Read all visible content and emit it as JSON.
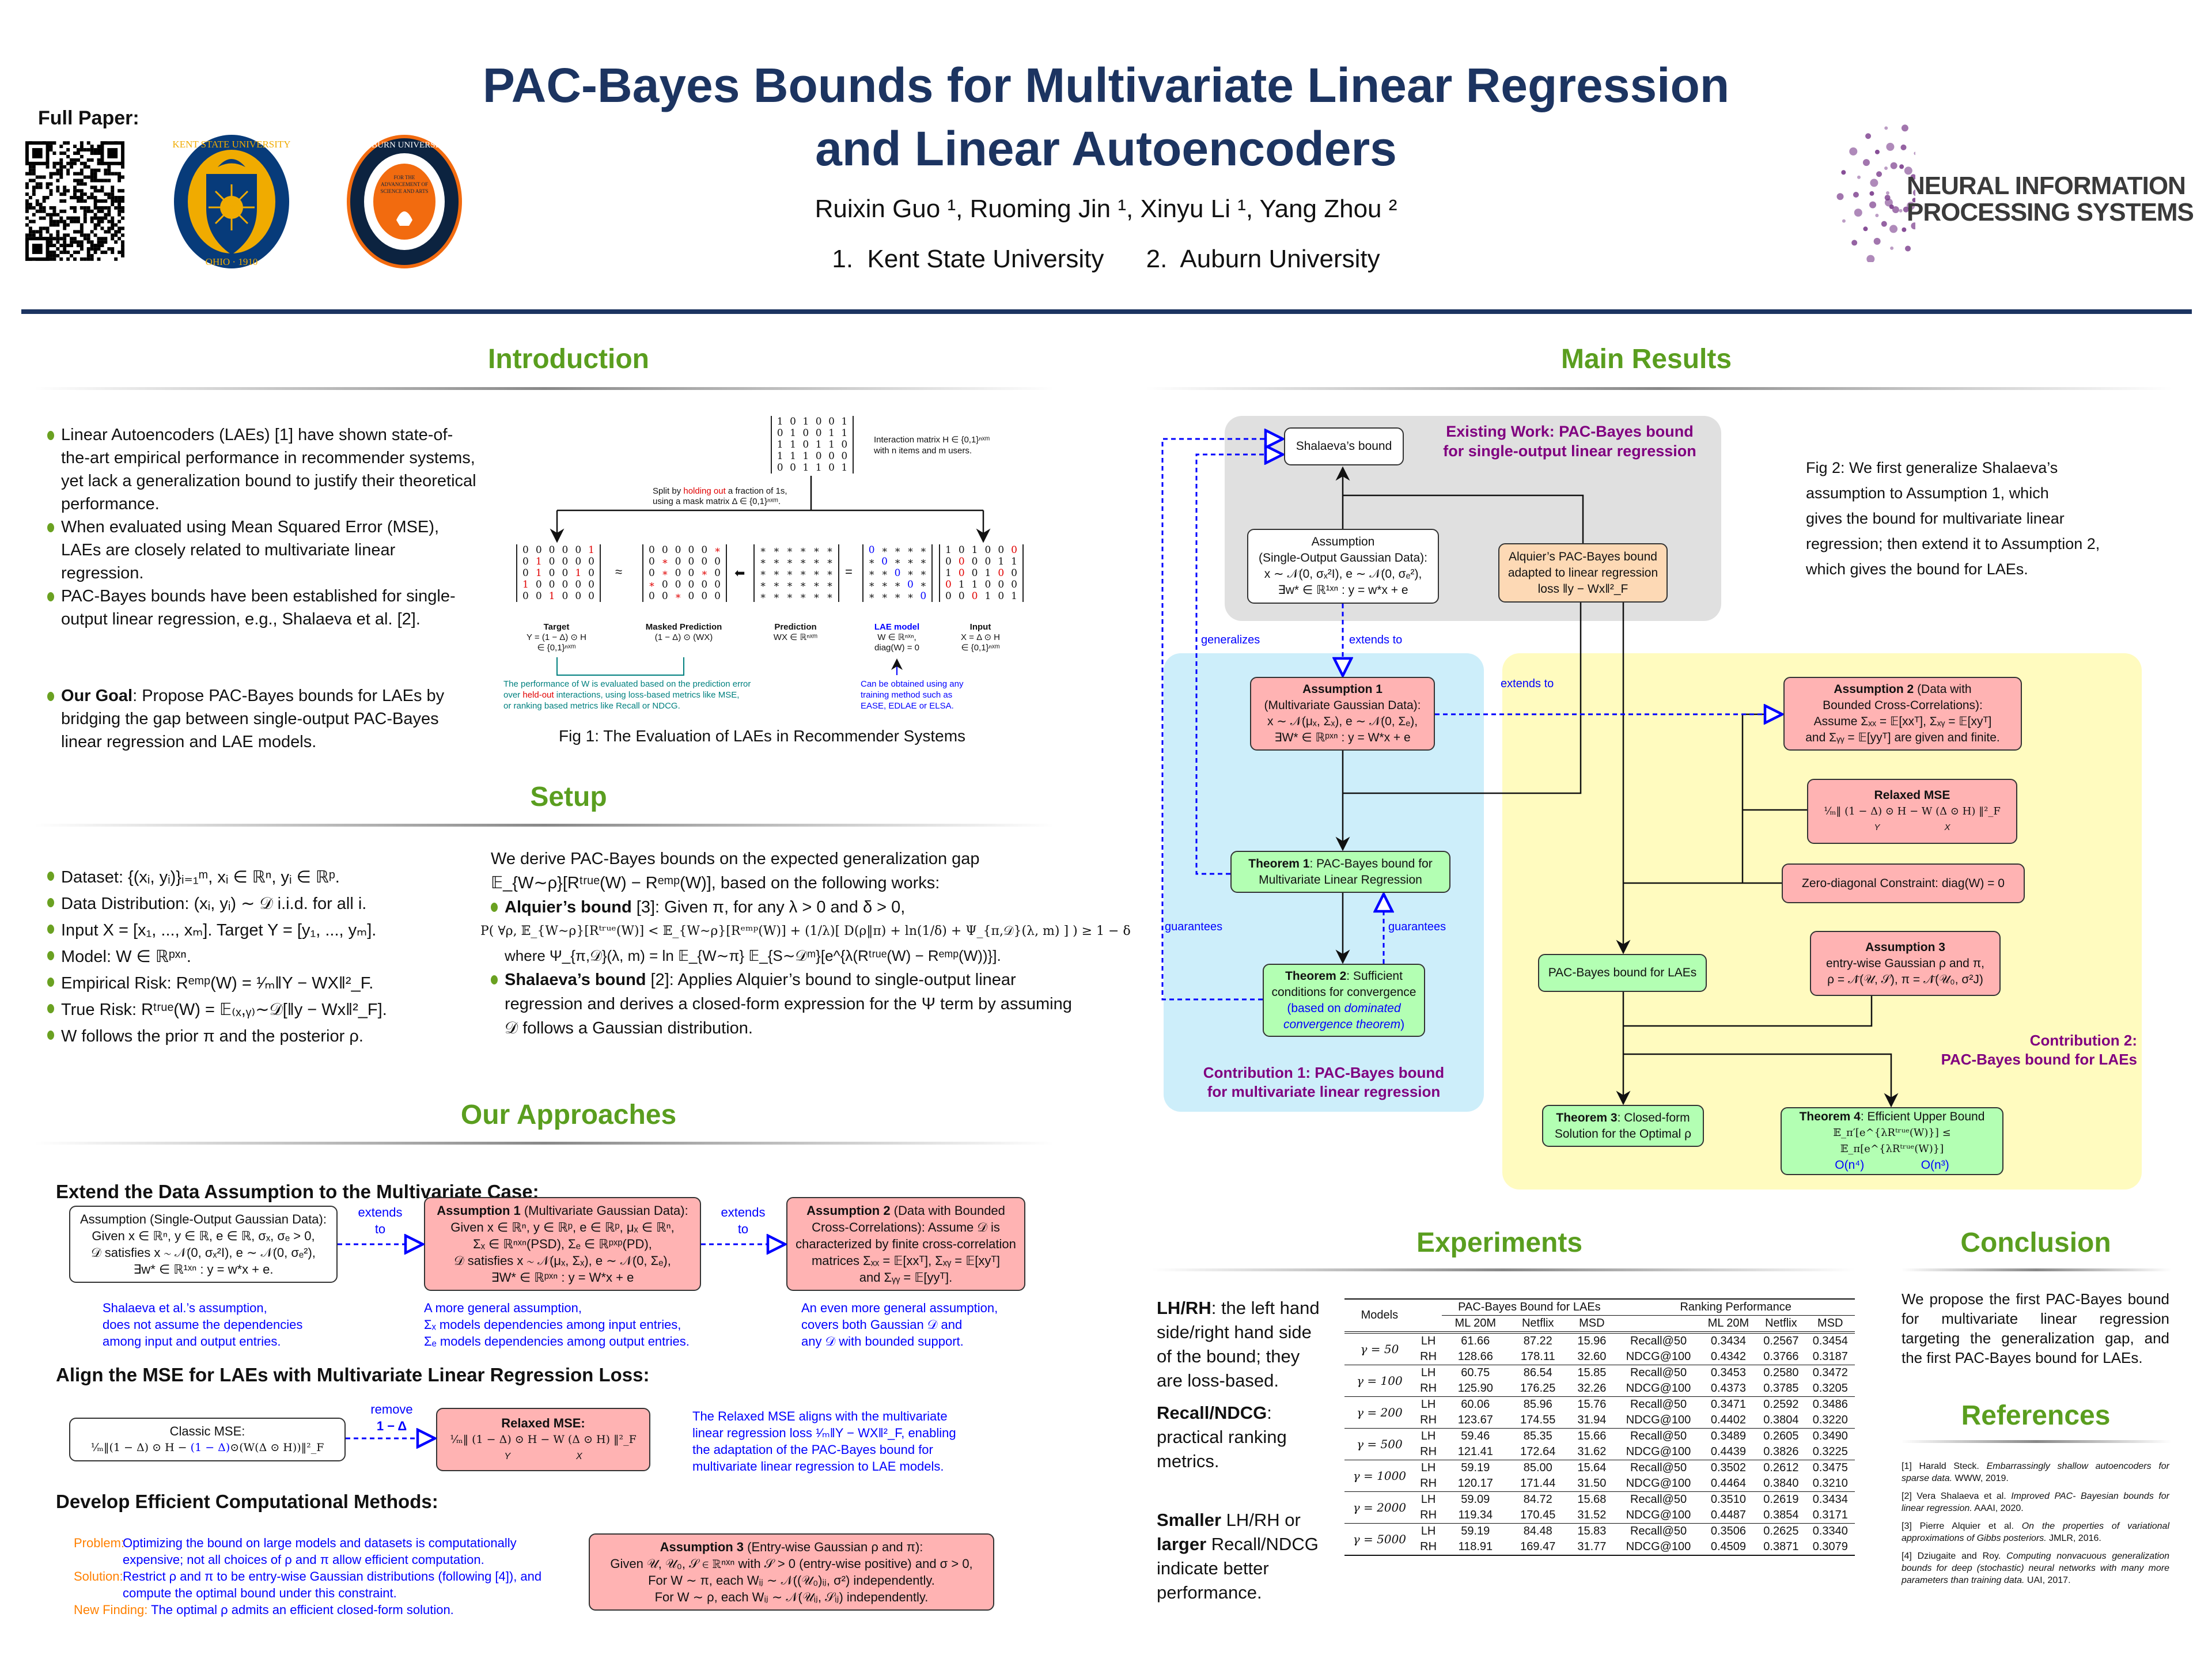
{
  "header": {
    "title_line1": "PAC-Bayes Bounds for Multivariate Linear Regression",
    "title_line2": "and Linear Autoencoders",
    "authors": "Ruixin Guo ¹, Ruoming Jin ¹, Xinyu Li ¹, Yang Zhou ²",
    "affiliations": "1.  Kent State University      2.  Auburn University",
    "full_paper_label": "Full Paper:",
    "qr_icon": "qr-code",
    "kent_logo": {
      "text_top": "KENT STATE UNIVERSITY",
      "text_bottom": "OHIO · 1910",
      "navy": "#073b7a",
      "gold": "#f0ab00"
    },
    "auburn_logo": {
      "text_top": "AUBURN UNIVERSITY",
      "text_inner": "FOR THE ADVANCEMENT OF SCIENCE AND ARTS",
      "navy": "#0c2340",
      "orange": "#f26b0f"
    },
    "neurips_logo": {
      "line1": "NEURAL INFORMATION",
      "line2": "PROCESSING SYSTEMS",
      "purple": "#7a3c8c"
    }
  },
  "colors": {
    "title": "#1c3461",
    "section_heading": "#5a9e1f",
    "bullet": "#6aa121",
    "emphasis_purple": "#800080",
    "note_blue": "#0000ff",
    "note_teal": "#00807f",
    "held_out_red": "#e00000",
    "label_orange": "#ff8000",
    "box_pink": "#ffb3b3",
    "box_green": "#b3ffb3",
    "box_peach": "#fdd9b5",
    "region_blue": "#cdeefa",
    "region_yellow": "#fffbbf",
    "region_grey": "#e0e0e0"
  },
  "introduction": {
    "heading": "Introduction",
    "bullets": [
      "Linear Autoencoders (LAEs) [1] have shown state-of-the-art empirical performance in recommender systems, yet lack a generalization bound to justify their theoretical performance.",
      "When evaluated using Mean Squared Error (MSE), LAEs are closely related to multivariate linear regression.",
      "PAC-Bayes bounds have been established for single-output linear regression, e.g., Shalaeva et al. [2]."
    ],
    "goal_label": "Our Goal",
    "goal_text": ": Propose PAC-Bayes bounds for LAEs by bridging the gap between single-output PAC-Bayes linear regression and LAE models."
  },
  "fig1": {
    "caption": "Fig 1:  The Evaluation of LAEs in Recommender Systems",
    "interaction_text_1": "Interaction matrix H ∈ {0,1}ⁿˣᵐ",
    "interaction_text_2": "with n items and m users.",
    "split_1a": "Split by ",
    "split_1b": "holding out",
    "split_1c": " a fraction of 1s,",
    "split_2": "using a mask matrix Δ ∈ {0,1}ⁿˣᵐ.",
    "H": [
      [
        "1",
        "0",
        "1",
        "0",
        "0",
        "1"
      ],
      [
        "0",
        "1",
        "0",
        "0",
        "1",
        "1"
      ],
      [
        "1",
        "1",
        "0",
        "1",
        "1",
        "0"
      ],
      [
        "1",
        "1",
        "1",
        "0",
        "0",
        "0"
      ],
      [
        "0",
        "0",
        "1",
        "1",
        "0",
        "1"
      ]
    ],
    "target": [
      [
        "0",
        "0",
        "0",
        "0",
        "0",
        "1"
      ],
      [
        "0",
        "1",
        "0",
        "0",
        "0",
        "0"
      ],
      [
        "0",
        "1",
        "0",
        "0",
        "1",
        "0"
      ],
      [
        "1",
        "0",
        "0",
        "0",
        "0",
        "0"
      ],
      [
        "0",
        "0",
        "1",
        "0",
        "0",
        "0"
      ]
    ],
    "target_red": [
      [
        0,
        5
      ],
      [
        1,
        1
      ],
      [
        2,
        1
      ],
      [
        2,
        4
      ],
      [
        3,
        0
      ],
      [
        4,
        2
      ]
    ],
    "masked": [
      [
        "0",
        "0",
        "0",
        "0",
        "0",
        "∗"
      ],
      [
        "0",
        "∗",
        "0",
        "0",
        "0",
        "0"
      ],
      [
        "0",
        "∗",
        "0",
        "0",
        "∗",
        "0"
      ],
      [
        "∗",
        "0",
        "0",
        "0",
        "0",
        "0"
      ],
      [
        "0",
        "0",
        "∗",
        "0",
        "0",
        "0"
      ]
    ],
    "prediction": [
      [
        "∗",
        "∗",
        "∗",
        "∗",
        "∗",
        "∗"
      ],
      [
        "∗",
        "∗",
        "∗",
        "∗",
        "∗",
        "∗"
      ],
      [
        "∗",
        "∗",
        "∗",
        "∗",
        "∗",
        "∗"
      ],
      [
        "∗",
        "∗",
        "∗",
        "∗",
        "∗",
        "∗"
      ],
      [
        "∗",
        "∗",
        "∗",
        "∗",
        "∗",
        "∗"
      ]
    ],
    "lae": [
      [
        "0",
        "∗",
        "∗",
        "∗",
        "∗"
      ],
      [
        "∗",
        "0",
        "∗",
        "∗",
        "∗"
      ],
      [
        "∗",
        "∗",
        "0",
        "∗",
        "∗"
      ],
      [
        "∗",
        "∗",
        "∗",
        "0",
        "∗"
      ],
      [
        "∗",
        "∗",
        "∗",
        "∗",
        "0"
      ]
    ],
    "input": [
      [
        "1",
        "0",
        "1",
        "0",
        "0",
        "0"
      ],
      [
        "0",
        "0",
        "0",
        "0",
        "1",
        "1"
      ],
      [
        "1",
        "0",
        "0",
        "1",
        "0",
        "0"
      ],
      [
        "0",
        "1",
        "1",
        "0",
        "0",
        "0"
      ],
      [
        "0",
        "0",
        "0",
        "1",
        "0",
        "1"
      ]
    ],
    "approx": "≈",
    "equals": "=",
    "labels": {
      "target_title": "Target",
      "target_f1": "Y = (1 − Δ) ⊙ H",
      "target_f2": "∈ {0,1}ⁿˣᵐ",
      "masked_title": "Masked Prediction",
      "masked_f1": "(1 − Δ) ⊙ (WX)",
      "pred_title": "Prediction",
      "pred_f1": "WX ∈ ℝⁿˣᵐ",
      "lae_title": "LAE model",
      "lae_f1": "W ∈ ℝⁿˣⁿ,",
      "lae_f2": "diag(W) = 0",
      "input_title": "Input",
      "input_f1": "X = Δ ⊙ H",
      "input_f2": "∈ {0,1}ⁿˣᵐ"
    },
    "teal_note_1": "The performance of W is evaluated based on the prediction error",
    "teal_note_2a": "over ",
    "teal_note_2b": "held-out",
    "teal_note_2c": " interactions, using loss-based metrics like MSE,",
    "teal_note_3": "or ranking based metrics like Recall or NDCG.",
    "blue_note": [
      "Can be obtained using any",
      "training method such as",
      "EASE, EDLAE or ELSA."
    ]
  },
  "setup": {
    "heading": "Setup",
    "bullets": [
      "Dataset: {(xᵢ, yᵢ)}ᵢ₌₁ᵐ, xᵢ ∈ ℝⁿ, yᵢ ∈ ℝᵖ.",
      "Data Distribution: (xᵢ, yᵢ) ∼ 𝒟 i.i.d. for all i.",
      "Input X = [x₁, ..., xₘ]. Target Y = [y₁, ..., yₘ].",
      "Model: W ∈ ℝᵖˣⁿ.",
      "Empirical Risk: Rᵉᵐᵖ(W) = ¹⁄ₘ‖Y − WX‖²_F.",
      "True Risk: Rᵗʳᵘᵉ(W) = 𝔼₍ₓ,ᵧ₎∼𝒟[‖y − Wx‖²_F].",
      "W follows the prior π and the posterior ρ."
    ],
    "intro_1": "We derive PAC-Bayes bounds on the expected generalization gap",
    "intro_2": "𝔼_{W∼ρ}[Rᵗʳᵘᵉ(W) − Rᵉᵐᵖ(W)], based on the following works:",
    "alquier_label": "Alquier’s bound",
    "alquier_text": " [3]: Given π, for any λ > 0 and δ > 0,",
    "alquier_formula": "P( ∀ρ, 𝔼_{W∼ρ}[Rᵗʳᵘᵉ(W)] < 𝔼_{W∼ρ}[Rᵉᵐᵖ(W)] + (1/λ)[ D(ρ‖π) + ln(1/δ) + Ψ_{π,𝒟}(λ, m) ] ) ≥ 1 − δ",
    "alquier_where": "where Ψ_{π,𝒟}(λ, m) = ln 𝔼_{W∼π} 𝔼_{S∼𝒟ᵐ}[e^{λ(Rᵗʳᵘᵉ(W) − Rᵉᵐᵖ(W))}].",
    "shalaeva_label": "Shalaeva’s bound",
    "shalaeva_text": " [2]: Applies Alquier’s bound to single-output linear regression and derives a closed-form expression for the Ψ term by assuming 𝒟 follows a Gaussian distribution."
  },
  "approaches": {
    "heading": "Our Approaches",
    "extend_heading": "Extend the Data Assumption to the Multivariate Case:",
    "box_single": [
      "Assumption (Single-Output Gaussian Data):",
      "Given x ∈ ℝⁿ, y ∈ ℝ, e ∈ ℝ, σₓ, σₑ > 0,",
      "𝒟 satisfies x ∼ 𝒩(0, σₓ²I), e ∼ 𝒩(0, σₑ²),",
      "∃w* ∈ ℝ¹ˣⁿ : y = w*x + e."
    ],
    "extends_to": "extends to",
    "box_a1_title": "Assumption 1",
    "box_a1_sub": " (Multivariate Gaussian Data):",
    "box_a1_lines": [
      "Given x ∈ ℝⁿ, y ∈ ℝᵖ, e ∈ ℝᵖ, μₓ ∈ ℝⁿ,",
      "Σₓ ∈ ℝⁿˣⁿ(PSD), Σₑ ∈ ℝᵖˣᵖ(PD),",
      "𝒟 satisfies x ∼ 𝒩(μₓ, Σₓ), e ∼ 𝒩(0, Σₑ),",
      "∃W* ∈ ℝᵖˣⁿ : y = W*x + e"
    ],
    "box_a2_title": "Assumption 2",
    "box_a2_sub": " (Data with Bounded",
    "box_a2_lines": [
      "Cross-Correlations): Assume 𝒟 is",
      "characterized by finite cross-correlation",
      "matrices Σₓₓ = 𝔼[xxᵀ], Σₓᵧ = 𝔼[xyᵀ]",
      "and Σᵧᵧ = 𝔼[yyᵀ]."
    ],
    "cap_single": [
      "Shalaeva et al.’s assumption,",
      "does not assume the dependencies",
      "among input and output entries."
    ],
    "cap_a1": [
      "A more general assumption,",
      "Σₓ models dependencies among input entries,",
      "Σₑ models dependencies among output entries."
    ],
    "cap_a2": [
      "An even more general assumption,",
      "covers both Gaussian 𝒟 and",
      "any 𝒟 with bounded support."
    ],
    "align_heading": "Align the MSE for LAEs with Multivariate Linear Regression Loss:",
    "classic_title": "Classic MSE:",
    "classic_formula_a": "¹⁄ₘ‖(1 − Δ) ⊙ H − ",
    "classic_formula_b": "(1 − Δ)",
    "classic_formula_c": "⊙(W(Δ ⊙ H))‖²_F",
    "remove_1": "remove",
    "remove_2": "1 − Δ",
    "relaxed_title": "Relaxed MSE:",
    "relaxed_formula": "¹⁄ₘ‖ (1 − Δ) ⊙ H − W (Δ ⊙ H) ‖²_F",
    "relaxed_y": "Y",
    "relaxed_x": "X",
    "relaxed_note": [
      "The Relaxed MSE aligns with the multivariate",
      "linear regression loss ¹⁄ₘ‖Y − WX‖²_F, enabling",
      "the adaptation of the PAC-Bayes bound for",
      "multivariate linear regression to LAE models."
    ],
    "develop_heading": "Develop Efficient Computational Methods:",
    "problem_label": "Problem:",
    "problem_text": "Optimizing the bound on large models and datasets is computationally expensive; not all choices of ρ and π allow efficient computation.",
    "solution_label": "Solution:",
    "solution_text": "Restrict ρ and π to be entry-wise Gaussian distributions (following [4]), and compute the optimal bound under this constraint.",
    "finding_label": "New Finding:",
    "finding_text": "The optimal ρ admits an efficient closed-form solution.",
    "a3_title": "Assumption 3",
    "a3_sub": " (Entry-wise Gaussian ρ and π):",
    "a3_lines": [
      "Given 𝒰, 𝒰₀, 𝒮 ∈ ℝⁿˣⁿ with 𝒮 > 0 (entry-wise positive) and σ > 0,",
      "For W ∼ π, each Wᵢⱼ ∼ 𝒩((𝒰₀)ᵢⱼ, σ²) independently.",
      "For W ∼ ρ, each Wᵢⱼ ∼ 𝒩(𝒰ᵢⱼ, 𝒮ᵢⱼ) independently."
    ]
  },
  "main_results": {
    "heading": "Main Results",
    "existing_work": [
      "Existing Work:  PAC-Bayes bound",
      "for single-output linear regression"
    ],
    "shalaeva_box": "Shalaeva’s bound",
    "assumption_box": [
      "Assumption",
      "(Single-Output Gaussian Data):",
      "x ∼ 𝒩(0, σₓ²I), e ∼ 𝒩(0, σₑ²),",
      "∃w* ∈ ℝ¹ˣⁿ : y = w*x + e"
    ],
    "alquier_box": [
      "Alquier’s PAC-Bayes bound",
      "adapted to linear regression",
      "loss ‖y − Wx‖²_F"
    ],
    "a1_title": "Assumption 1",
    "a1_lines": [
      "(Multivariate Gaussian Data):",
      "x ∼ 𝒩(μₓ, Σₓ), e ∼ 𝒩(0, Σₑ),",
      "∃W* ∈ ℝᵖˣⁿ : y = W*x + e"
    ],
    "a2_title": "Assumption 2",
    "a2_sub": " (Data with",
    "a2_lines": [
      "Bounded Cross-Correlations):",
      "Assume Σₓₓ = 𝔼[xxᵀ], Σₓᵧ = 𝔼[xyᵀ]",
      "and Σᵧᵧ = 𝔼[yyᵀ] are given and finite."
    ],
    "relaxed_title": "Relaxed MSE",
    "relaxed_formula": "¹⁄ₘ‖ (1 − Δ) ⊙ H − W (Δ ⊙ H) ‖²_F",
    "relaxed_y": "Y",
    "relaxed_x": "X",
    "zero_diag": "Zero-diagonal Constraint: diag(W) = 0",
    "t1_title": "Theorem 1",
    "t1_text": ": PAC-Bayes bound for Multivariate Linear Regression",
    "t2_title": "Theorem 2",
    "t2_text": ": Sufficient conditions for convergence",
    "t2_note_a": "(based on ",
    "t2_note_b": "dominated convergence theorem",
    "t2_note_c": ")",
    "pac_lae_box": "PAC-Bayes bound for LAEs",
    "a3_title": "Assumption 3",
    "a3_lines": [
      "entry-wise Gaussian ρ and π,",
      "ρ = 𝒩̄(𝒰, 𝒮), π = 𝒩̄(𝒰₀, σ²J)"
    ],
    "t3_title": "Theorem 3",
    "t3_text": ": Closed-form Solution for the Optimal ρ",
    "t4_title": "Theorem 4",
    "t4_text": ": Efficient Upper Bound",
    "t4_formula": "𝔼_π′[e^{λRᵗʳᵘᵉ(W)}] ≤ 𝔼_π[e^{λRᵗʳᵘᵉ(W)}]",
    "t4_cost_left": "O(n⁴)",
    "t4_cost_right": "O(n³)",
    "contribution1": [
      "Contribution 1:  PAC-Bayes bound",
      "for multivariate linear regression"
    ],
    "contribution2": [
      "Contribution 2:",
      "PAC-Bayes bound for LAEs"
    ],
    "label_generalizes": "generalizes",
    "label_extends_1": "extends to",
    "label_extends_2": "extends to",
    "label_guarantees_1": "guarantees",
    "label_guarantees_2": "guarantees",
    "fig2_caption": [
      "Fig 2:  We first generalize Shalaeva’s",
      "assumption to Assumption 1, which",
      "gives the bound for multivariate linear",
      "regression; then extend it to Assumption 2,",
      "which gives the bound for LAEs."
    ]
  },
  "experiments": {
    "heading": "Experiments",
    "notes": [
      {
        "bold": "LH/RH",
        "text": ": the left hand side/right hand side of the bound; they are loss-based."
      },
      {
        "bold": "Recall/NDCG",
        "text": ": practical ranking metrics."
      },
      {
        "bold_a": "Smaller",
        "mid": " LH/RH or ",
        "bold_b": "larger",
        "text": " Recall/NDCG indicate better performance."
      }
    ],
    "table": {
      "type": "table",
      "col_models": "Models",
      "group_bound": "PAC-Bayes Bound for LAEs",
      "group_ranking": "Ranking Performance",
      "datasets": [
        "ML 20M",
        "Netflix",
        "MSD"
      ],
      "rows": [
        {
          "model": "γ = 50",
          "LH": [
            "61.66",
            "87.22",
            "15.96"
          ],
          "RH": [
            "128.66",
            "178.11",
            "32.60"
          ],
          "recall": [
            "0.3434",
            "0.2567",
            "0.3454"
          ],
          "ndcg": [
            "0.4342",
            "0.3766",
            "0.3187"
          ]
        },
        {
          "model": "γ = 100",
          "LH": [
            "60.75",
            "86.54",
            "15.85"
          ],
          "RH": [
            "125.90",
            "176.25",
            "32.26"
          ],
          "recall": [
            "0.3453",
            "0.2580",
            "0.3472"
          ],
          "ndcg": [
            "0.4373",
            "0.3785",
            "0.3205"
          ]
        },
        {
          "model": "γ = 200",
          "LH": [
            "60.06",
            "85.96",
            "15.76"
          ],
          "RH": [
            "123.67",
            "174.55",
            "31.94"
          ],
          "recall": [
            "0.3471",
            "0.2592",
            "0.3486"
          ],
          "ndcg": [
            "0.4402",
            "0.3804",
            "0.3220"
          ]
        },
        {
          "model": "γ = 500",
          "LH": [
            "59.46",
            "85.35",
            "15.66"
          ],
          "RH": [
            "121.41",
            "172.64",
            "31.62"
          ],
          "recall": [
            "0.3489",
            "0.2605",
            "0.3490"
          ],
          "ndcg": [
            "0.4439",
            "0.3826",
            "0.3225"
          ]
        },
        {
          "model": "γ = 1000",
          "LH": [
            "59.19",
            "85.00",
            "15.64"
          ],
          "RH": [
            "120.17",
            "171.44",
            "31.50"
          ],
          "recall": [
            "0.3502",
            "0.2612",
            "0.3475"
          ],
          "ndcg": [
            "0.4464",
            "0.3840",
            "0.3210"
          ]
        },
        {
          "model": "γ = 2000",
          "LH": [
            "59.09",
            "84.72",
            "15.68"
          ],
          "RH": [
            "119.34",
            "170.45",
            "31.52"
          ],
          "recall": [
            "0.3510",
            "0.2619",
            "0.3434"
          ],
          "ndcg": [
            "0.4487",
            "0.3854",
            "0.3171"
          ]
        },
        {
          "model": "γ = 5000",
          "LH": [
            "59.19",
            "84.48",
            "15.83"
          ],
          "RH": [
            "118.91",
            "169.47",
            "31.77"
          ],
          "recall": [
            "0.3506",
            "0.2625",
            "0.3340"
          ],
          "ndcg": [
            "0.4509",
            "0.3871",
            "0.3079"
          ]
        }
      ],
      "lh_label": "LH",
      "rh_label": "RH",
      "recall_label": "Recall@50",
      "ndcg_label": "NDCG@100"
    }
  },
  "conclusion": {
    "heading": "Conclusion",
    "text": "We propose the first PAC-Bayes bound for multivariate linear regression targeting the generalization gap, and the first PAC-Bayes bound for LAEs."
  },
  "references": {
    "heading": "References",
    "items": [
      {
        "pre": "[1] Harald Steck. ",
        "title": "Embarrassingly shallow autoencoders for sparse data.",
        "post": " WWW, 2019."
      },
      {
        "pre": "[2] Vera Shalaeva et al. ",
        "title": "Improved PAC- Bayesian bounds for linear regression.",
        "post": " AAAI, 2020."
      },
      {
        "pre": "[3] Pierre Alquier et al. ",
        "title": "On the properties of variational approximations of Gibbs posteriors.",
        "post": " JMLR, 2016."
      },
      {
        "pre": "[4] Dziugaite and Roy. ",
        "title": "Computing nonvacuous generalization bounds for deep (stochastic) neural networks with many more parameters than training data.",
        "post": " UAI, 2017."
      }
    ]
  }
}
